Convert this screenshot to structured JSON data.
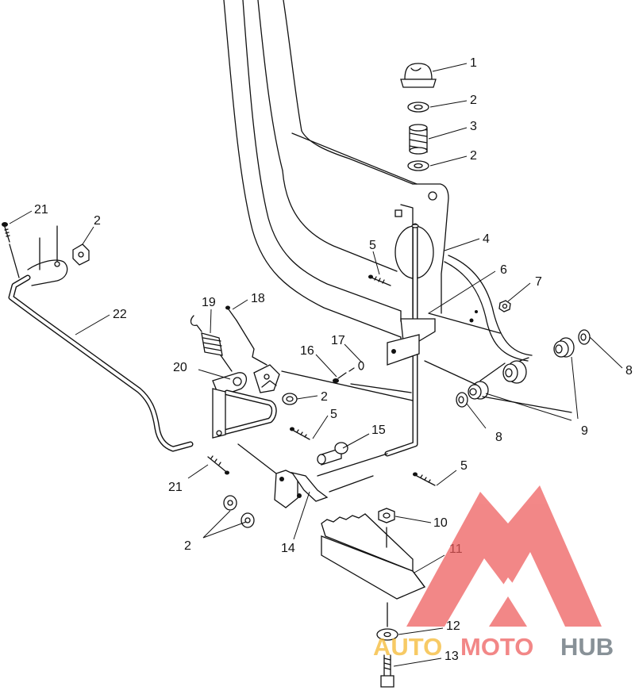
{
  "callouts": {
    "c1": "1",
    "c2a": "2",
    "c3": "3",
    "c2b": "2",
    "c21a": "21",
    "c2c": "2",
    "c4": "4",
    "c5a": "5",
    "c6": "6",
    "c7": "7",
    "c22": "22",
    "c19": "19",
    "c18": "18",
    "c16": "16",
    "c17": "17",
    "c20": "20",
    "c2d": "2",
    "c8a": "8",
    "c5b": "5",
    "c8b": "8",
    "c9": "9",
    "c15": "15",
    "c21b": "21",
    "c5c": "5",
    "c10": "10",
    "c2e": "2",
    "c14": "14",
    "c11": "11",
    "c12": "12",
    "c13": "13"
  },
  "watermark": {
    "word_auto": "AUTO",
    "word_moto": "MOTO",
    "word_hub": "HUB",
    "color_primary": "#ee5a5a",
    "color_auto": "#f5b62a",
    "color_hub": "#5b6770"
  }
}
